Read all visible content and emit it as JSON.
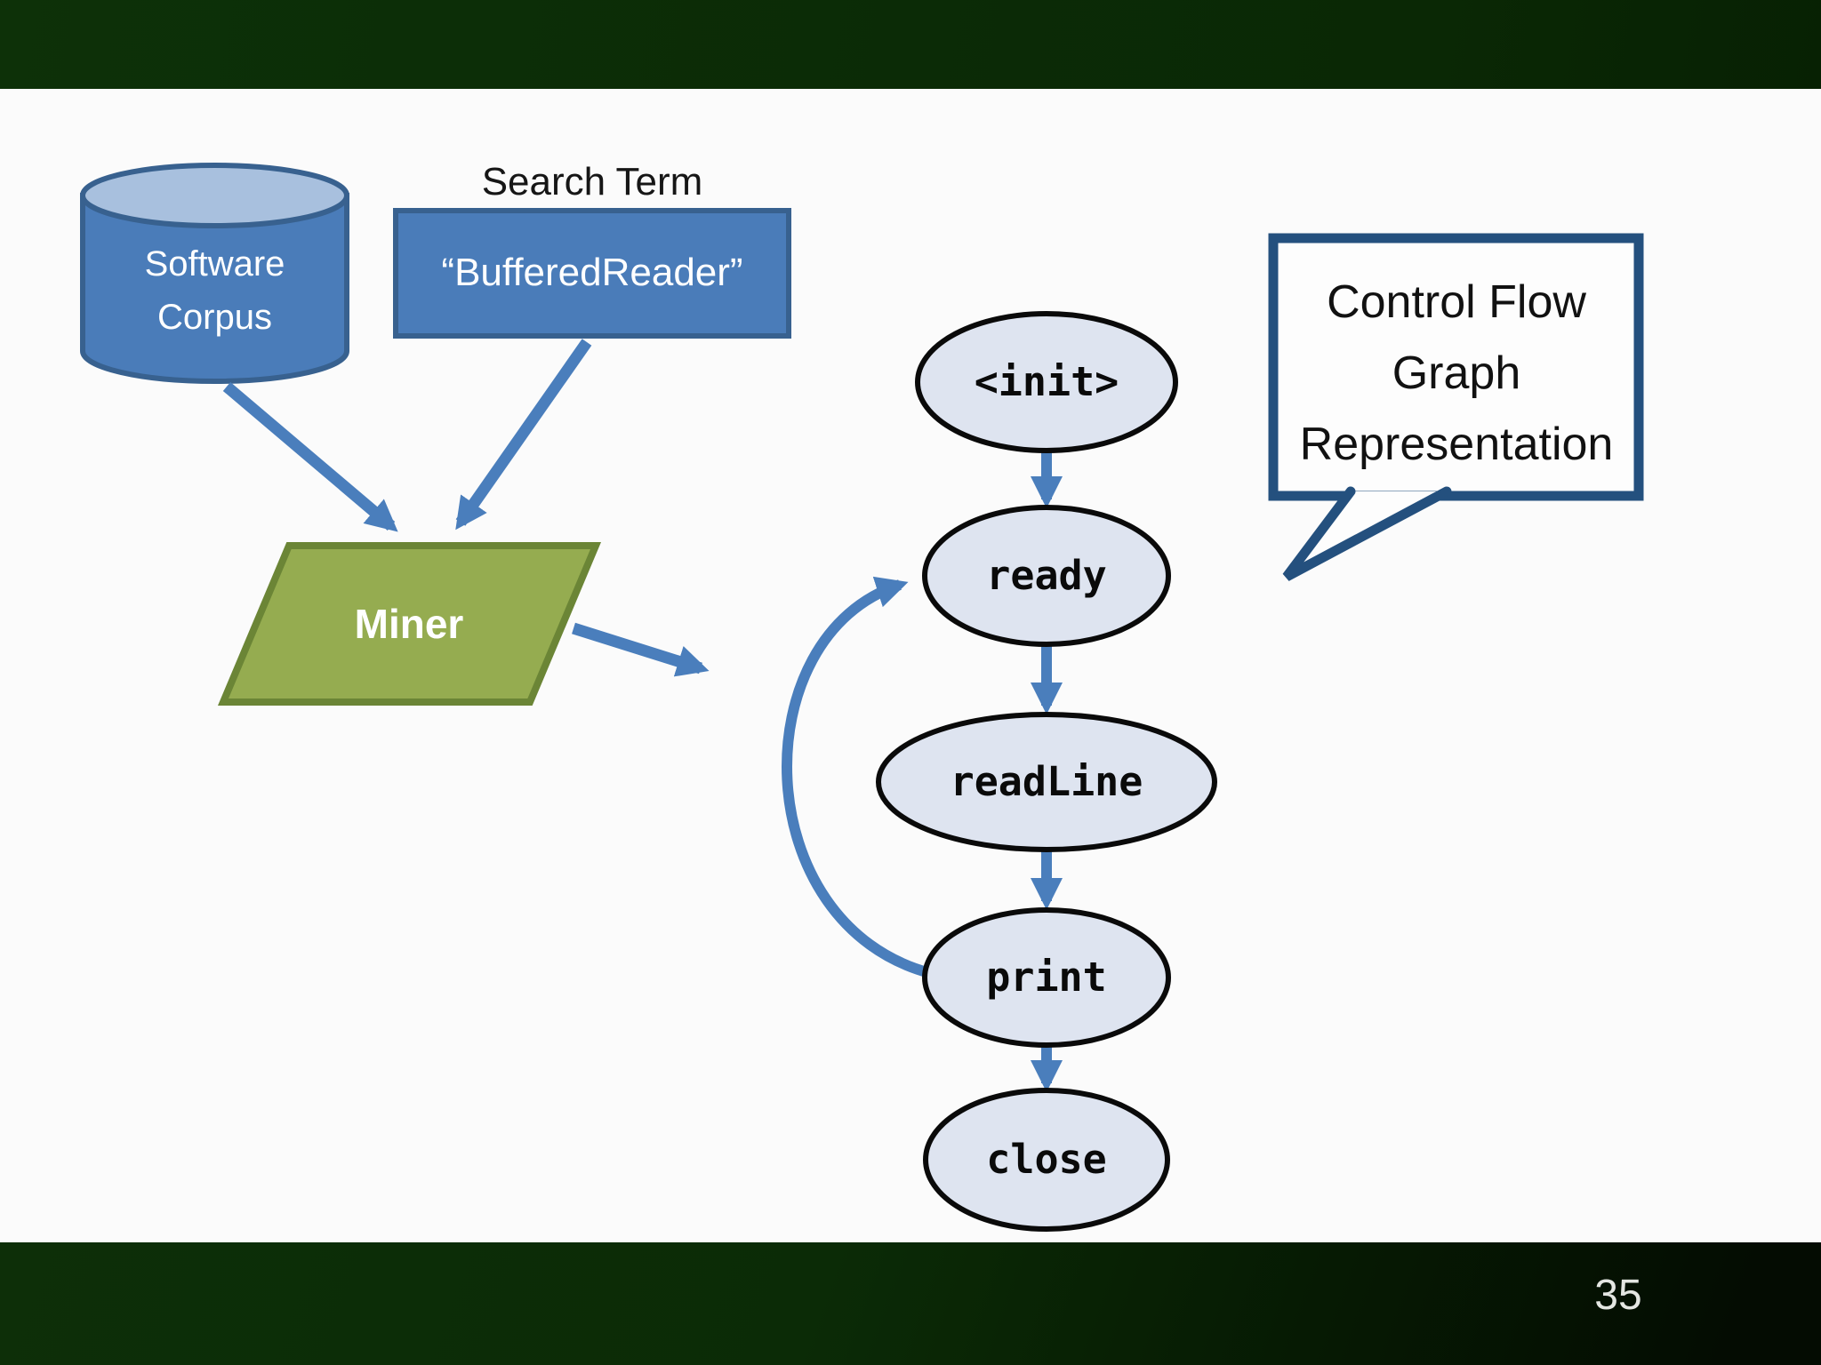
{
  "footer": {
    "page_number": "35"
  },
  "pipeline": {
    "corpus_label": "Software\nCorpus",
    "search_term_label": "Search Term",
    "search_term_value": "“BufferedReader”",
    "miner_label": "Miner"
  },
  "cfg": {
    "callout_title": "Control Flow\nGraph\nRepresentation",
    "nodes": [
      {
        "id": "init",
        "label": "<init>"
      },
      {
        "id": "ready",
        "label": "ready"
      },
      {
        "id": "readLine",
        "label": "readLine"
      },
      {
        "id": "print",
        "label": "print"
      },
      {
        "id": "close",
        "label": "close"
      }
    ],
    "edges": [
      "init->ready",
      "ready->readLine",
      "readLine->print",
      "print->close",
      "print->ready"
    ]
  },
  "colors": {
    "shape_blue": "#4a7cb9",
    "shape_blue_border": "#38618f",
    "cylinder_top": "#a8c0de",
    "green_fill": "#95ac50",
    "green_border": "#6b8536",
    "node_fill": "#dee4f0",
    "node_border": "#0a0a0a",
    "arrow_blue": "#4a7ebc",
    "callout_border": "#24507e",
    "bar_green": "#0b2b06"
  }
}
